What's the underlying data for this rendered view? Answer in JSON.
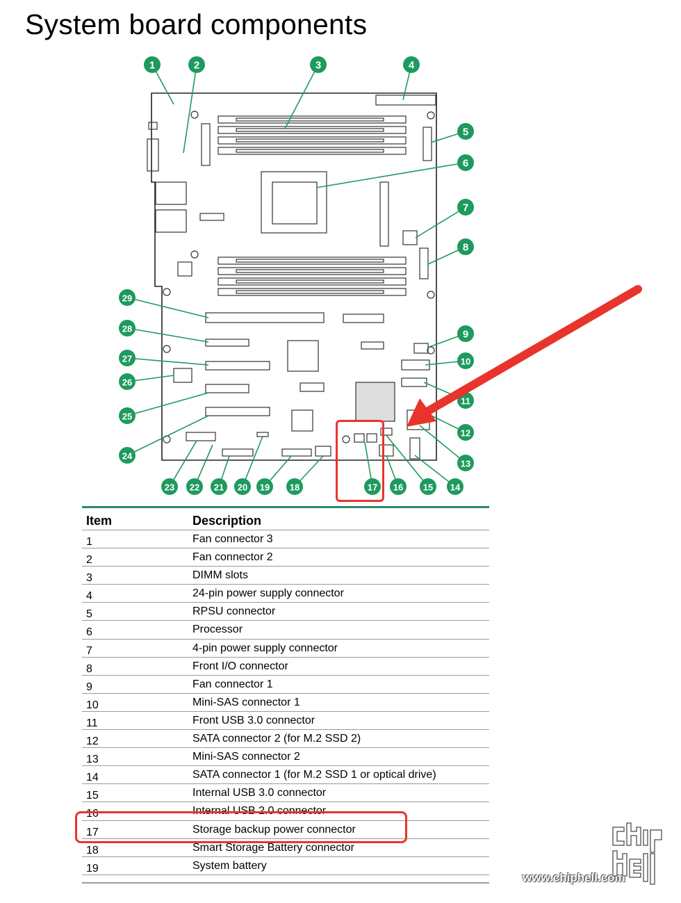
{
  "page": {
    "title": "System board components"
  },
  "diagram": {
    "callouts": [
      "1",
      "2",
      "3",
      "4",
      "5",
      "6",
      "7",
      "8",
      "9",
      "10",
      "11",
      "12",
      "13",
      "14",
      "15",
      "16",
      "17",
      "18",
      "19",
      "20",
      "21",
      "22",
      "23",
      "24",
      "25",
      "26",
      "27",
      "28",
      "29"
    ],
    "callout_color": "#1e9a5e",
    "highlight_color": "#e8342b"
  },
  "table": {
    "headers": {
      "item": "Item",
      "description": "Description"
    },
    "rows": [
      {
        "item": "1",
        "description": "Fan connector 3"
      },
      {
        "item": "2",
        "description": "Fan connector 2"
      },
      {
        "item": "3",
        "description": "DIMM slots"
      },
      {
        "item": "4",
        "description": "24-pin power supply connector"
      },
      {
        "item": "5",
        "description": "RPSU connector"
      },
      {
        "item": "6",
        "description": "Processor"
      },
      {
        "item": "7",
        "description": "4-pin power supply connector"
      },
      {
        "item": "8",
        "description": "Front I/O connector"
      },
      {
        "item": "9",
        "description": "Fan connector 1"
      },
      {
        "item": "10",
        "description": "Mini-SAS connector 1"
      },
      {
        "item": "11",
        "description": "Front USB 3.0 connector"
      },
      {
        "item": "12",
        "description": "SATA connector 2 (for M.2 SSD 2)"
      },
      {
        "item": "13",
        "description": "Mini-SAS connector 2"
      },
      {
        "item": "14",
        "description": "SATA connector 1 (for M.2 SSD 1 or optical drive)"
      },
      {
        "item": "15",
        "description": "Internal USB 3.0 connector"
      },
      {
        "item": "16",
        "description": "Internal USB 2.0 connector"
      },
      {
        "item": "17",
        "description": "Storage backup power connector"
      },
      {
        "item": "18",
        "description": "Smart Storage Battery connector"
      },
      {
        "item": "19",
        "description": "System battery"
      }
    ]
  },
  "watermark": {
    "site": "www.chiphell.com",
    "logo_text": "chip hell"
  }
}
